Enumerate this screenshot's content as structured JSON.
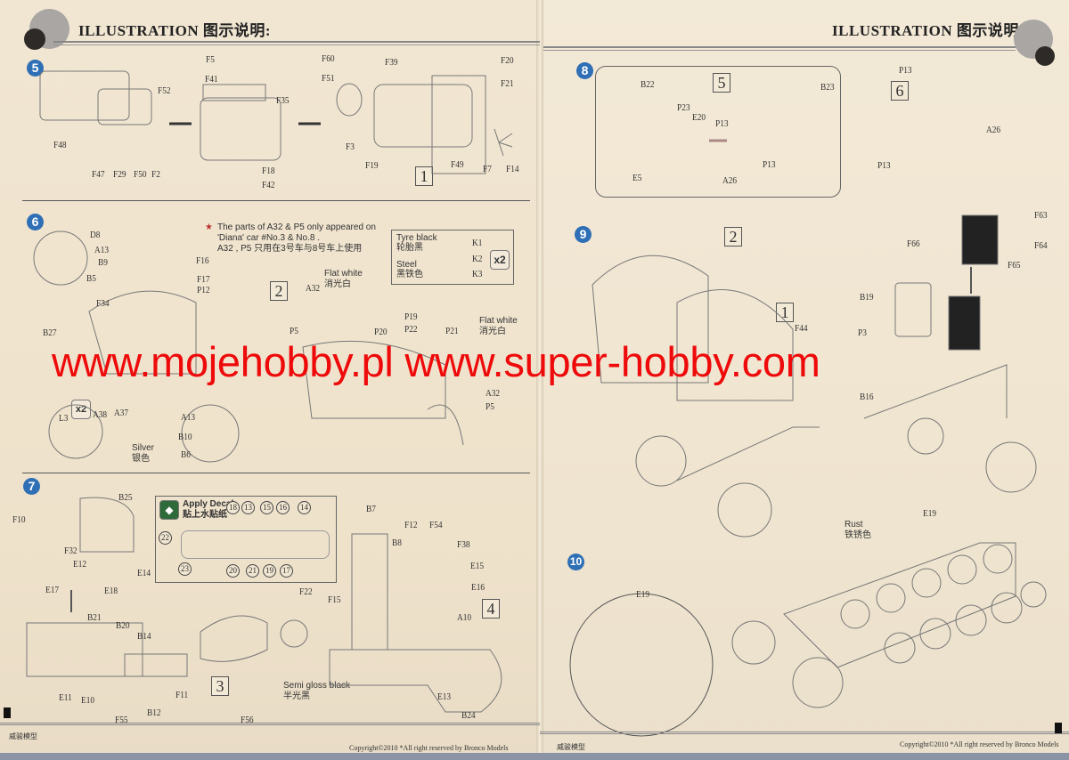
{
  "header": {
    "title_left": "ILLUSTRATION 图示说明:",
    "title_right": "ILLUSTRATION 图示说明:"
  },
  "watermark": "www.mojehobby.pl www.super-hobby.com",
  "footer": {
    "brand_left": "威骏模型",
    "copyright_left": "Copyright©2010  *All right reserved by Bronco Models",
    "brand_right": "威骏模型",
    "copyright_right": "Copyright©2010  *All right reserved by Bronco Models"
  },
  "steps": [
    {
      "number": "5",
      "subs": [
        "1"
      ],
      "labels": [
        "F48",
        "F47",
        "F29",
        "F50",
        "F2",
        "F52",
        "F5",
        "F41",
        "F35",
        "F18",
        "F42",
        "F60",
        "F51",
        "F39",
        "F20",
        "F21",
        "F3",
        "F19",
        "F49",
        "F7",
        "F14"
      ]
    },
    {
      "number": "6",
      "subs": [
        "2"
      ],
      "note": [
        "The parts of A32 & P5 only appeared on",
        "'Diana' car #No.3 & No.8 .",
        "A32 , P5 只用在3号车与8号车上使用"
      ],
      "paint_box": {
        "tyre_en": "Tyre black",
        "tyre_cn": "轮胎黑",
        "steel_en": "Steel",
        "steel_cn": "黑铁色",
        "parts": [
          "K1",
          "K2",
          "K3"
        ],
        "count": "x2"
      },
      "paints": [
        {
          "en": "Flat white",
          "cn": "消光白"
        },
        {
          "en": "Flat white",
          "cn": "消光白"
        },
        {
          "en": "Silver",
          "cn": "银色"
        }
      ],
      "multiplier": "x2",
      "labels": [
        "D8",
        "A13",
        "B9",
        "B5",
        "F16",
        "F17",
        "P12",
        "F34",
        "B27",
        "A32",
        "P5",
        "P19",
        "P22",
        "P20",
        "P21",
        "A32",
        "P5",
        "L3",
        "A38",
        "A37",
        "A13",
        "B10",
        "B6"
      ]
    },
    {
      "number": "7",
      "subs": [
        "3",
        "4"
      ],
      "decal": {
        "en": "Apply Decal",
        "cn": "贴上水贴纸",
        "numbers": [
          "18",
          "13",
          "15",
          "16",
          "14",
          "22",
          "23",
          "20",
          "21",
          "19",
          "17"
        ]
      },
      "paint": {
        "en": "Semi gloss black",
        "cn": "半光黑"
      },
      "labels": [
        "B25",
        "F10",
        "F32",
        "E12",
        "E14",
        "E17",
        "E18",
        "B21",
        "B20",
        "B14",
        "E11",
        "E10",
        "F55",
        "B12",
        "F11",
        "F22",
        "F56",
        "B7",
        "B8",
        "F12",
        "F54",
        "F38",
        "E15",
        "E16",
        "A10",
        "E13",
        "B24",
        "F15"
      ]
    },
    {
      "number": "8",
      "subs": [
        "5",
        "6"
      ],
      "labels": [
        "B22",
        "P23",
        "E20",
        "E5",
        "P13",
        "P13",
        "A26",
        "B23",
        "P13",
        "A26",
        "P13"
      ]
    },
    {
      "number": "9",
      "subs": [
        "2",
        "1"
      ],
      "labels": [
        "F44",
        "F63",
        "F64",
        "F65",
        "F66",
        "B19",
        "P3",
        "B16"
      ]
    },
    {
      "number": "10",
      "subs": [],
      "paint": {
        "en": "Rust",
        "cn": "铁锈色"
      },
      "labels": [
        "E19",
        "E19"
      ]
    }
  ]
}
